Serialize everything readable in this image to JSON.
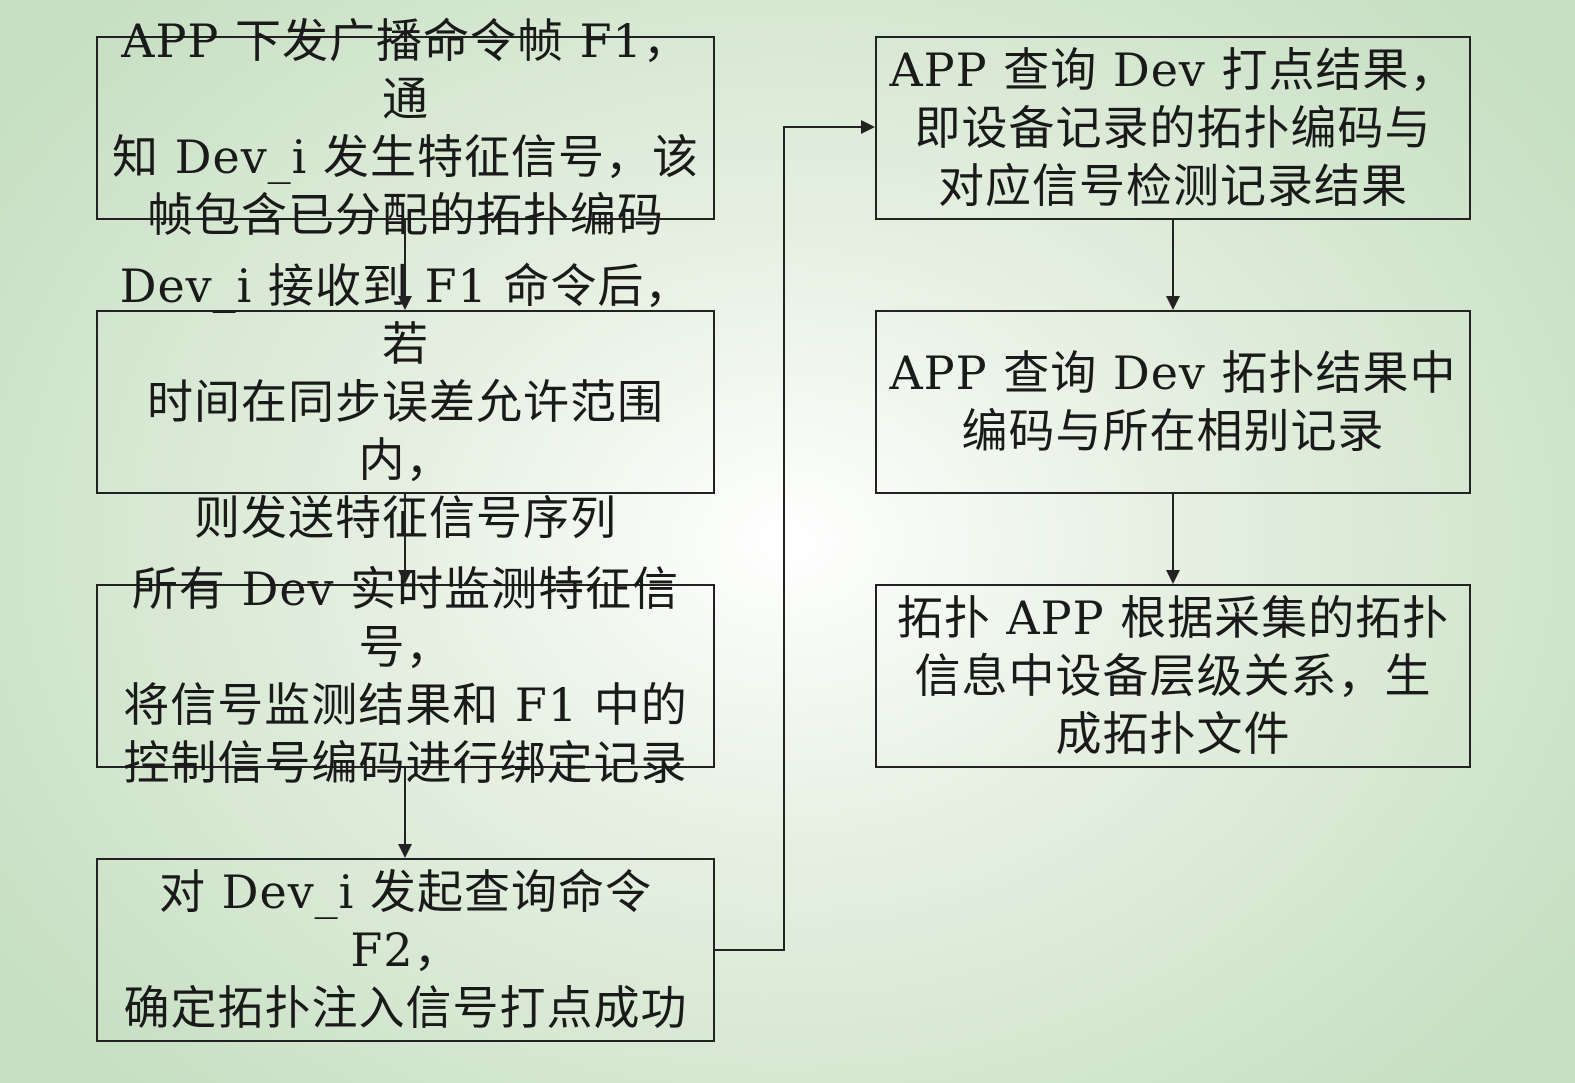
{
  "flowchart": {
    "nodes": [
      {
        "id": "n1",
        "text": "APP 下发广播命令帧 F1，通\n知 Dev_i 发生特征信号，该\n帧包含已分配的拓扑编码"
      },
      {
        "id": "n2",
        "text": "Dev_i 接收到 F1 命令后，若\n时间在同步误差允许范围内，\n则发送特征信号序列"
      },
      {
        "id": "n3",
        "text": "所有 Dev 实时监测特征信号，\n将信号监测结果和 F1 中的\n控制信号编码进行绑定记录"
      },
      {
        "id": "n4",
        "text": "对 Dev_i 发起查询命令 F2，\n确定拓扑注入信号打点成功"
      },
      {
        "id": "n5",
        "text": "APP 查询 Dev 打点结果，\n即设备记录的拓扑编码与\n对应信号检测记录结果"
      },
      {
        "id": "n6",
        "text": "APP 查询 Dev 拓扑结果中\n编码与所在相别记录"
      },
      {
        "id": "n7",
        "text": "拓扑 APP 根据采集的拓扑\n信息中设备层级关系，生\n成拓扑文件"
      }
    ],
    "edges": [
      [
        "n1",
        "n2"
      ],
      [
        "n2",
        "n3"
      ],
      [
        "n3",
        "n4"
      ],
      [
        "n4",
        "n5"
      ],
      [
        "n5",
        "n6"
      ],
      [
        "n6",
        "n7"
      ]
    ],
    "colors": {
      "background_edge": "#c7dfc3",
      "background_center": "#ffffff",
      "line": "#222222"
    }
  }
}
